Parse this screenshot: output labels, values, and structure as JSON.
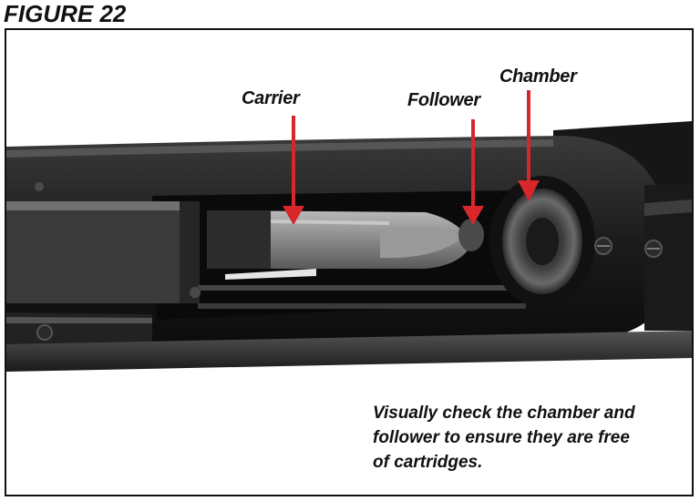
{
  "figure": {
    "title": "FIGURE 22"
  },
  "callouts": {
    "carrier": "Carrier",
    "follower": "Follower",
    "chamber": "Chamber"
  },
  "caption": {
    "lines": [
      "Visually check the chamber and",
      "follower to ensure they are free",
      "of cartridges."
    ]
  },
  "colors": {
    "arrow": "#d8262b",
    "text": "#111111"
  }
}
